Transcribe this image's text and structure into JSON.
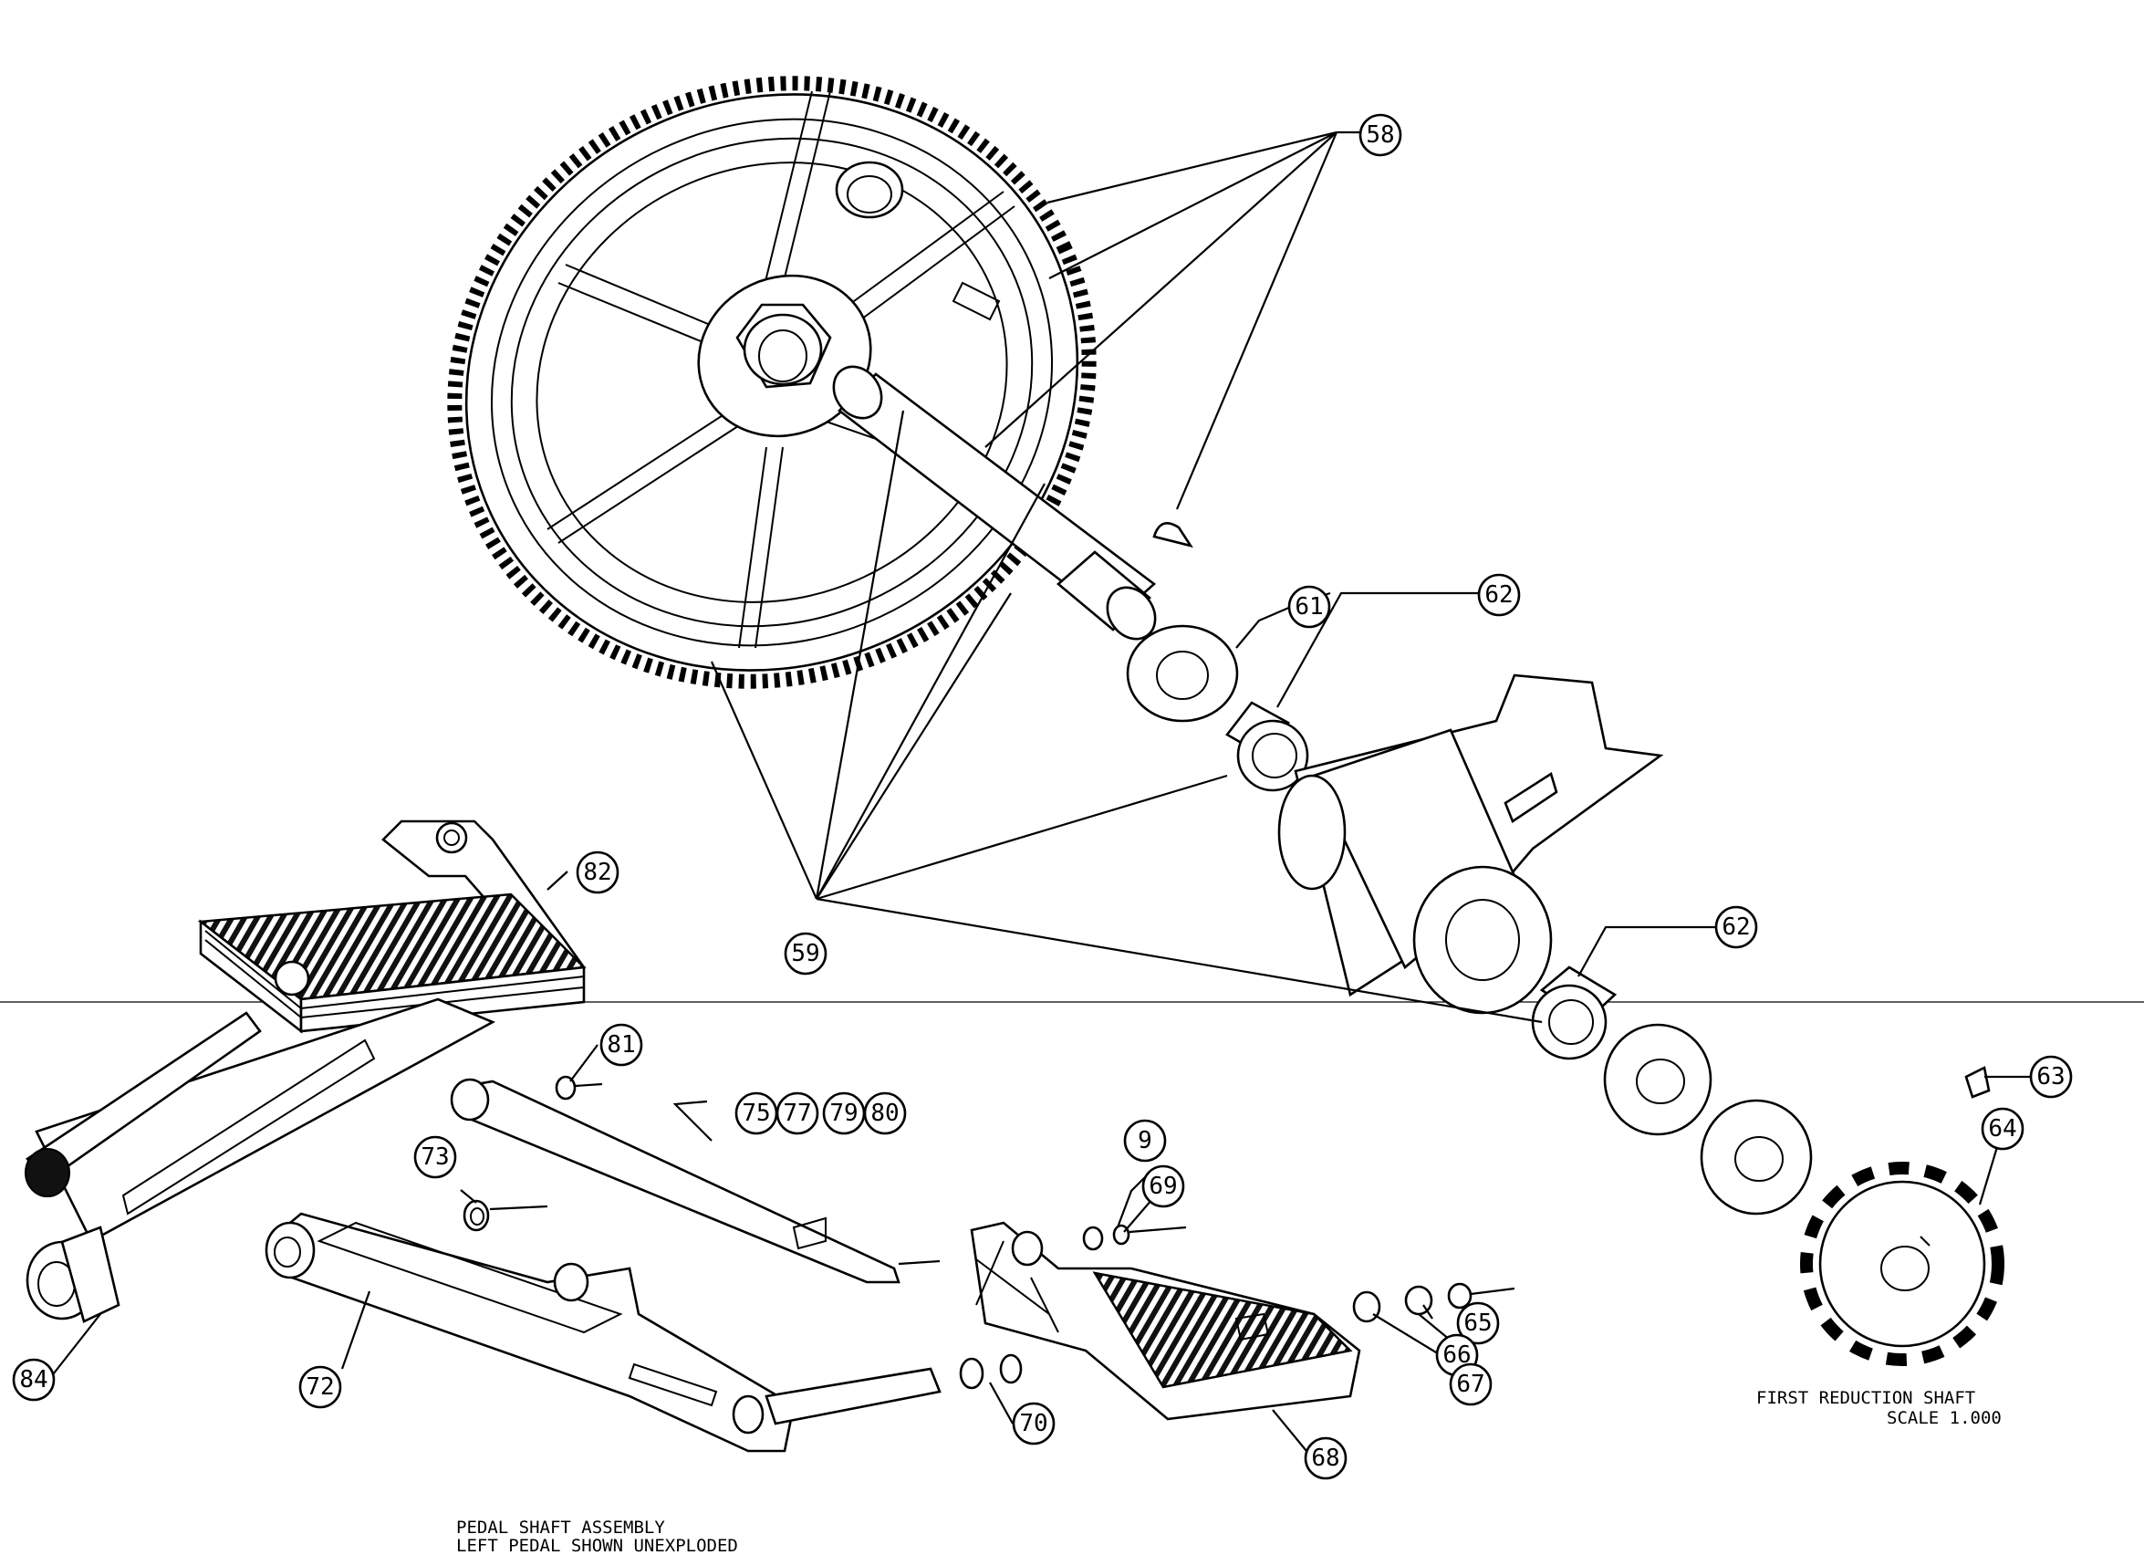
{
  "callouts": {
    "c58": "58",
    "c59": "59",
    "c61": "61",
    "c62a": "62",
    "c62b": "62",
    "c63": "63",
    "c64": "64",
    "c65": "65",
    "c66": "66",
    "c67": "67",
    "c68": "68",
    "c69": "69",
    "c70": "70",
    "c72": "72",
    "c73": "73",
    "c75": "75",
    "c77": "77",
    "c79": "79",
    "c80": "80",
    "c81": "81",
    "c82": "82",
    "c84": "84",
    "c9": "9"
  },
  "notes": {
    "first_reduction_line1": "FIRST REDUCTION SHAFT",
    "first_reduction_line2": "SCALE  1.000",
    "pedal_line1": "PEDAL SHAFT ASSEMBLY",
    "pedal_line2": "LEFT PEDAL SHOWN UNEXPLODED"
  },
  "colors": {
    "line": "#000000",
    "background": "#ffffff",
    "fill_dark": "#111111"
  }
}
